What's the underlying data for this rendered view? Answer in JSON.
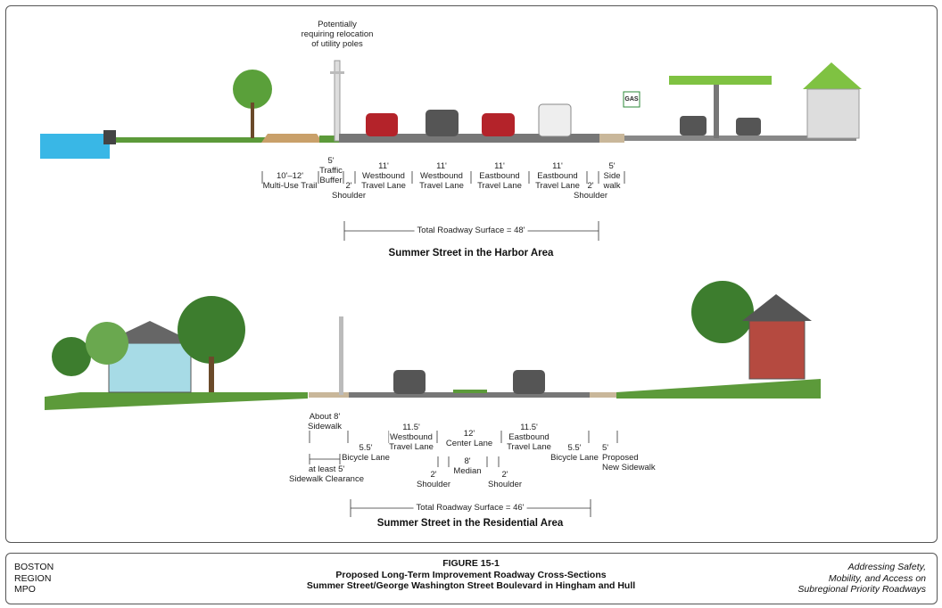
{
  "harbor": {
    "note": [
      "Potentially",
      "requiring relocation",
      "of utility poles"
    ],
    "gas_sign": "GAS",
    "dims": {
      "trail": [
        "10'–12'",
        "Multi-Use Trail"
      ],
      "buffer": [
        "5'",
        "Traffic",
        "Buffer"
      ],
      "shoulder_w": [
        "2'",
        "Shoulder"
      ],
      "wb1": [
        "11'",
        "Westbound",
        "Travel Lane"
      ],
      "wb2": [
        "11'",
        "Westbound",
        "Travel Lane"
      ],
      "eb1": [
        "11'",
        "Eastbound",
        "Travel Lane"
      ],
      "eb2": [
        "11'",
        "Eastbound",
        "Travel Lane"
      ],
      "shoulder_e": [
        "2'",
        "Shoulder"
      ],
      "sidewalk": [
        "5'",
        "Side",
        "walk"
      ]
    },
    "total": "Total Roadway Surface = 48'",
    "title": "Summer Street in the Harbor Area"
  },
  "residential": {
    "dims": {
      "sidewalk": [
        "About 8'",
        "Sidewalk"
      ],
      "clearance": [
        "at least 5'",
        "Sidewalk Clearance"
      ],
      "bike_w": [
        "5.5'",
        "Bicycle Lane"
      ],
      "wb": [
        "11.5'",
        "Westbound",
        "Travel Lane"
      ],
      "center": [
        "12'",
        "Center Lane"
      ],
      "shoulder_w": [
        "2'",
        "Shoulder"
      ],
      "median": [
        "8'",
        "Median"
      ],
      "shoulder_e": [
        "2'",
        "Shoulder"
      ],
      "eb": [
        "11.5'",
        "Eastbound",
        "Travel Lane"
      ],
      "bike_e": [
        "5.5'",
        "Bicycle Lane"
      ],
      "new_sidewalk": [
        "5'",
        "Proposed",
        "New Sidewalk"
      ]
    },
    "total": "Total Roadway Surface = 46'",
    "title": "Summer Street in the Residential Area"
  },
  "footer": {
    "org": [
      "BOSTON",
      "REGION",
      "MPO"
    ],
    "figure": "FIGURE 15-1",
    "title1": "Proposed Long-Term Improvement Roadway Cross-Sections",
    "title2": "Summer Street/George Washington Street Boulevard in Hingham and Hull",
    "report": [
      "Addressing Safety,",
      "Mobility, and Access on",
      "Subregional Priority Roadways"
    ]
  }
}
